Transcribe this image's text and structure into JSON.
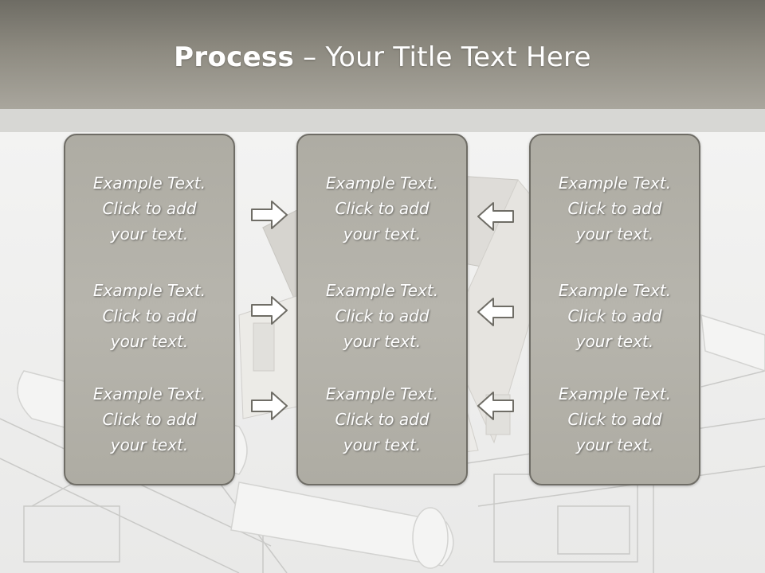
{
  "slide": {
    "title_bold": "Process",
    "title_dash": " – ",
    "title_rest": "Your Title Text Here"
  },
  "panels": [
    {
      "items": [
        {
          "l1": "Example Text.",
          "l2": "Click  to add",
          "l3": "your text."
        },
        {
          "l1": "Example Text.",
          "l2": "Click  to add",
          "l3": "your text."
        },
        {
          "l1": "Example Text.",
          "l2": "Click  to add",
          "l3": "your text."
        }
      ]
    },
    {
      "items": [
        {
          "l1": "Example Text.",
          "l2": "Click  to add",
          "l3": "your text."
        },
        {
          "l1": "Example Text.",
          "l2": "Click  to add",
          "l3": "your text."
        },
        {
          "l1": "Example Text.",
          "l2": "Click  to add",
          "l3": "your text."
        }
      ]
    },
    {
      "items": [
        {
          "l1": "Example Text.",
          "l2": "Click  to add",
          "l3": "your text."
        },
        {
          "l1": "Example Text.",
          "l2": "Click  to add",
          "l3": "your text."
        },
        {
          "l1": "Example Text.",
          "l2": "Click  to add",
          "l3": "your text."
        }
      ]
    }
  ],
  "icons": {
    "left_arrows": "arrow-right-icon",
    "right_arrows": "arrow-left-icon",
    "background": "house-blueprint-image"
  },
  "colors": {
    "title_bar": "#8d8a80",
    "panel_fill": "#b3b1a9",
    "panel_border": "#6f6d66",
    "arrow_stroke": "#6f6d66"
  }
}
